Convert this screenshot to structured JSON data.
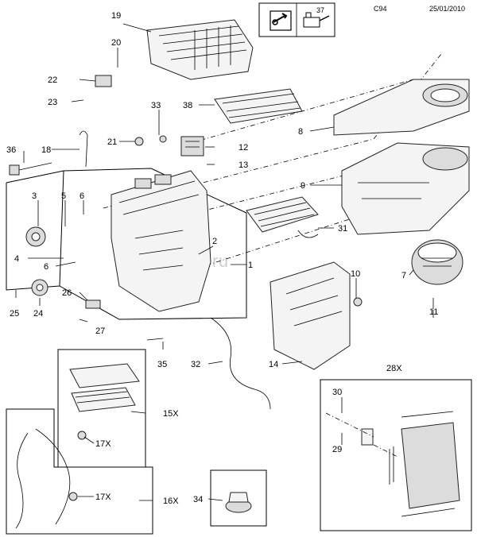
{
  "header": {
    "code": "C94",
    "date": "25/01/2010",
    "tool_ref": "37"
  },
  "watermark": "gmsklad.ru",
  "callouts": [
    {
      "id": "c19",
      "text": "19"
    },
    {
      "id": "c20",
      "text": "20"
    },
    {
      "id": "c22",
      "text": "22"
    },
    {
      "id": "c23",
      "text": "23"
    },
    {
      "id": "c38",
      "text": "38"
    },
    {
      "id": "c33",
      "text": "33"
    },
    {
      "id": "c8",
      "text": "8"
    },
    {
      "id": "c21",
      "text": "21"
    },
    {
      "id": "c12",
      "text": "12"
    },
    {
      "id": "c36",
      "text": "36"
    },
    {
      "id": "c18",
      "text": "18"
    },
    {
      "id": "c13",
      "text": "13"
    },
    {
      "id": "c9",
      "text": "9"
    },
    {
      "id": "c3",
      "text": "3"
    },
    {
      "id": "c5",
      "text": "5"
    },
    {
      "id": "c6a",
      "text": "6"
    },
    {
      "id": "c31",
      "text": "31"
    },
    {
      "id": "c4",
      "text": "4"
    },
    {
      "id": "c6b",
      "text": "6"
    },
    {
      "id": "c2",
      "text": "2"
    },
    {
      "id": "c1",
      "text": "1"
    },
    {
      "id": "c10",
      "text": "10"
    },
    {
      "id": "c7",
      "text": "7"
    },
    {
      "id": "c25",
      "text": "25"
    },
    {
      "id": "c24",
      "text": "24"
    },
    {
      "id": "c26",
      "text": "26"
    },
    {
      "id": "c11",
      "text": "11"
    },
    {
      "id": "c27",
      "text": "27"
    },
    {
      "id": "c35",
      "text": "35"
    },
    {
      "id": "c32",
      "text": "32"
    },
    {
      "id": "c14",
      "text": "14"
    },
    {
      "id": "c28x",
      "text": "28X"
    },
    {
      "id": "c30",
      "text": "30"
    },
    {
      "id": "c15x",
      "text": "15X"
    },
    {
      "id": "c29",
      "text": "29"
    },
    {
      "id": "c17xa",
      "text": "17X"
    },
    {
      "id": "c17xb",
      "text": "17X"
    },
    {
      "id": "c34",
      "text": "34"
    },
    {
      "id": "c16x",
      "text": "16X"
    }
  ]
}
